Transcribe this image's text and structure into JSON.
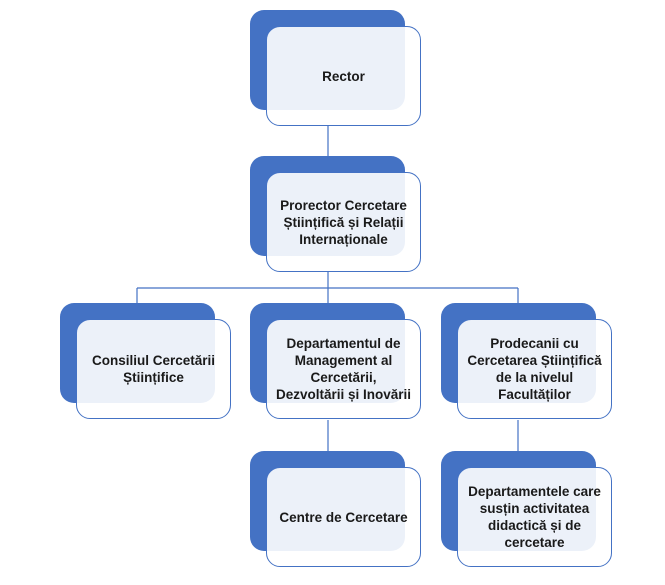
{
  "colors": {
    "accent": "#4472c4",
    "text": "#1a1a1a",
    "background": "#ffffff"
  },
  "nodes": {
    "rector": "Rector",
    "prorector": "Prorector Cercetare Științifică și Relații Internaționale",
    "consiliul": "Consiliul Cercetării Științifice",
    "departamentul": "Departamentul de Management al Cercetării, Dezvoltării și Inovării",
    "prodecanii": "Prodecanii cu Cercetarea Științifică de la nivelul Facultăților",
    "centre": "Centre de Cercetare",
    "departamentele": "Departamentele care susțin activitatea didactică și de cercetare"
  }
}
